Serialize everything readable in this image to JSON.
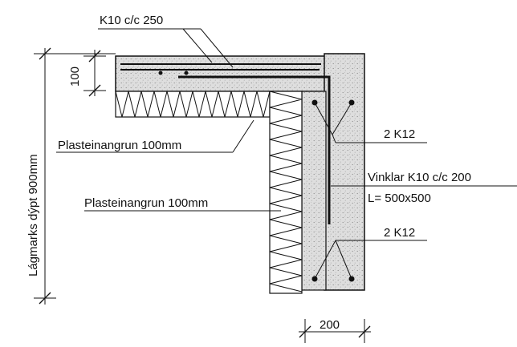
{
  "labels": {
    "top_rebar": "K10 c/c 250",
    "slab_thickness": "100",
    "depth_vertical": "Lágmarks dýpt 900mm",
    "insulation_horizontal": "Plasteinangrun 100mm",
    "insulation_vertical": "Plasteinangrun 100mm",
    "bars_upper": "2 K12",
    "angle_bars_line1": "Vinklar K10 c/c 200",
    "angle_bars_line2": "L= 500x500",
    "bars_lower": "2 K12",
    "wall_width": "200"
  },
  "colors": {
    "ink": "#111111",
    "concrete": "#d9d9d9",
    "background": "#ffffff"
  }
}
